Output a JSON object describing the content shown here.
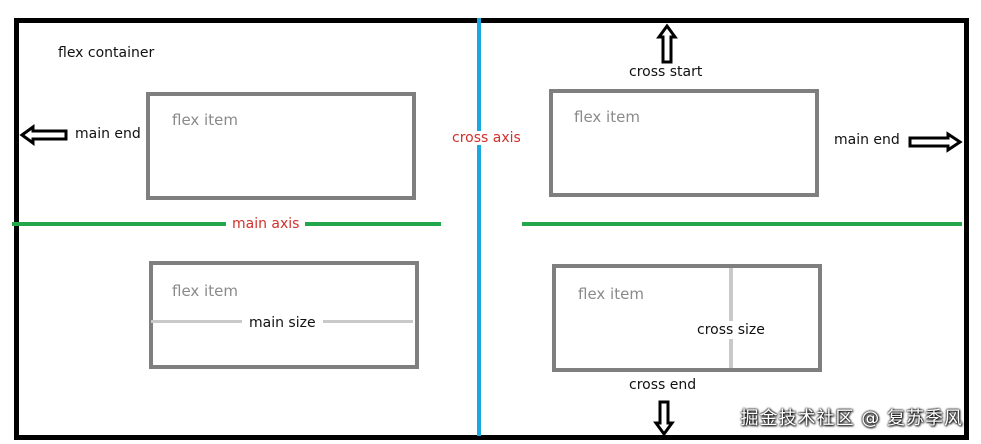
{
  "container_label": "flex container",
  "main_axis_label": "main axis",
  "cross_axis_label": "cross axis",
  "items": {
    "top_left": "flex item",
    "bottom_left": "flex item",
    "top_right": "flex item",
    "bottom_right": "flex item"
  },
  "main_end_left": "main end",
  "main_end_right": "main end",
  "cross_start": "cross start",
  "cross_end": "cross end",
  "main_size": "main size",
  "cross_size": "cross size",
  "watermark": "掘金技术社区 @ 复苏季风",
  "colors": {
    "main_axis": "#22a84a",
    "cross_axis": "#1ba7e0",
    "axis_label": "#d0312d",
    "item_border": "#7f7f7f",
    "size_line": "#c9c9c9"
  }
}
